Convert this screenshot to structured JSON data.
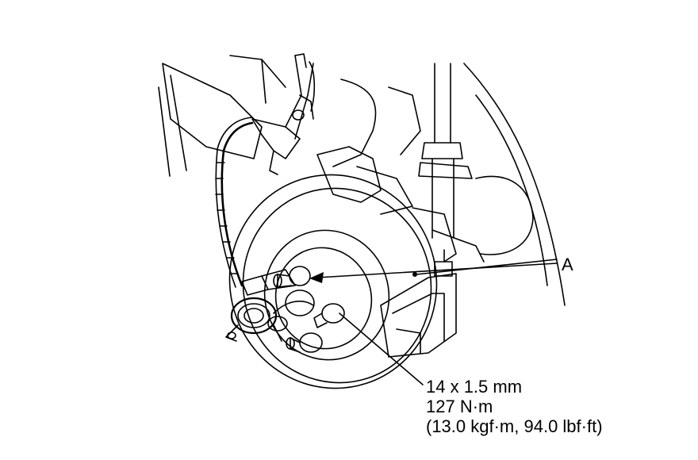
{
  "callouts": {
    "label_a": "A",
    "spec_line_1": "14 x 1.5 mm",
    "spec_line_2": "127 N·m",
    "spec_line_3": "(13.0 kgf·m, 94.0 lbf·ft)"
  },
  "colors": {
    "ink": "#000000",
    "paper": "#ffffff"
  }
}
